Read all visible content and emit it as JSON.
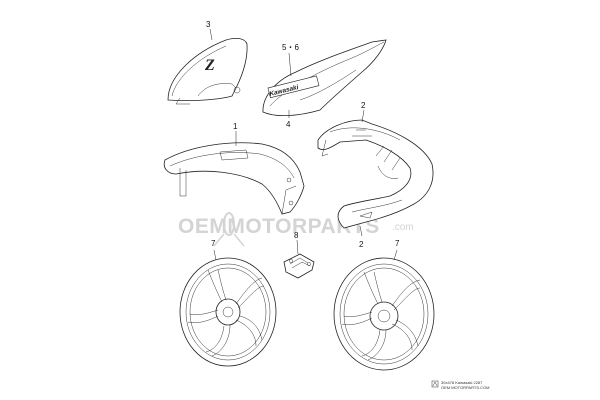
{
  "callouts": {
    "tank_cover": "3",
    "side_cover_upper": "5・6",
    "side_cover_lower": "4",
    "rear_cowl_top": "2",
    "rear_cowl_bottom": "2",
    "front_fender": "1",
    "bracket": "8",
    "wheel_left": "7",
    "wheel_right": "7"
  },
  "decals": {
    "side_cover_brand": "Kawasaki",
    "tank_logo": "Z"
  },
  "watermark": {
    "text": "OEMMOTORPARTS",
    "suffix": ".com"
  },
  "reference": {
    "line1": "30x478 Kawasaki 2287",
    "line2": "OEM MOTORPARTS.COM"
  },
  "colors": {
    "line": "#222222",
    "watermark": "#d4d4d4",
    "background": "#ffffff"
  }
}
